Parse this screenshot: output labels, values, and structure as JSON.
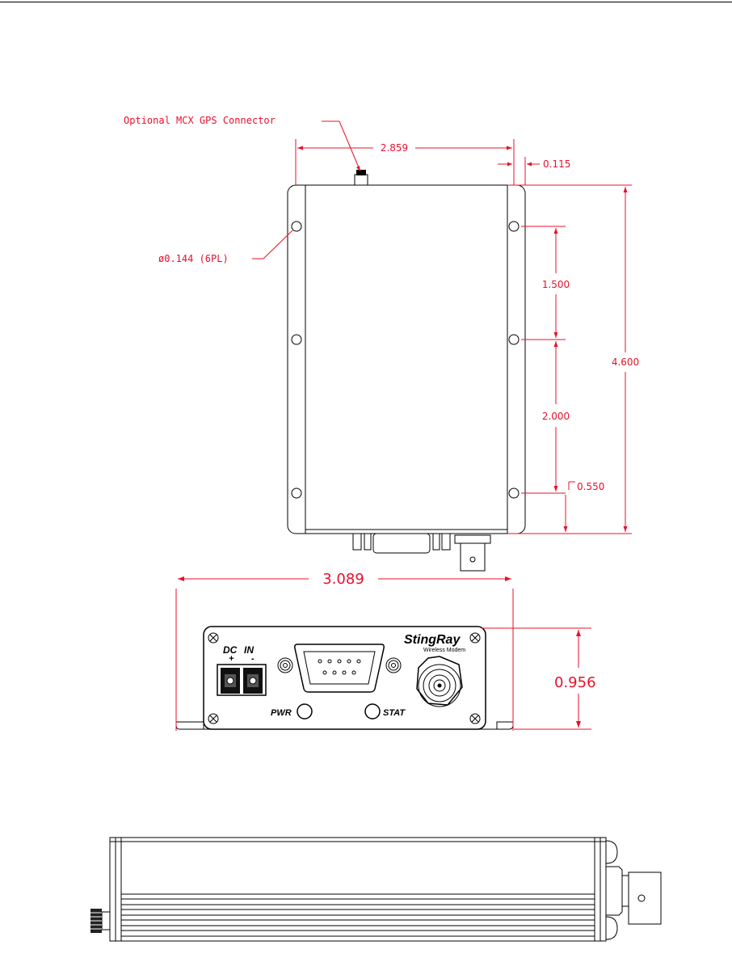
{
  "top_view": {
    "gps_callout": "Optional MCX GPS Connector",
    "hole_callout": "ø0.144 (6PL)",
    "dim_width": "2.859",
    "dim_flange_offset": "0.115",
    "dim_hole_spacing_upper": "1.500",
    "dim_hole_spacing_lower": "2.000",
    "dim_bottom_offset": "0.550",
    "dim_overall_length": "4.600"
  },
  "front_view": {
    "brand": "StingRay",
    "subtitle": "Wireless Modem",
    "dc_label": "DC",
    "in_label": "IN",
    "plus_label": "+",
    "minus_label": "-",
    "pwr_label": "PWR",
    "stat_label": "STAT",
    "dim_height": "0.956",
    "dim_width": "3.089"
  }
}
